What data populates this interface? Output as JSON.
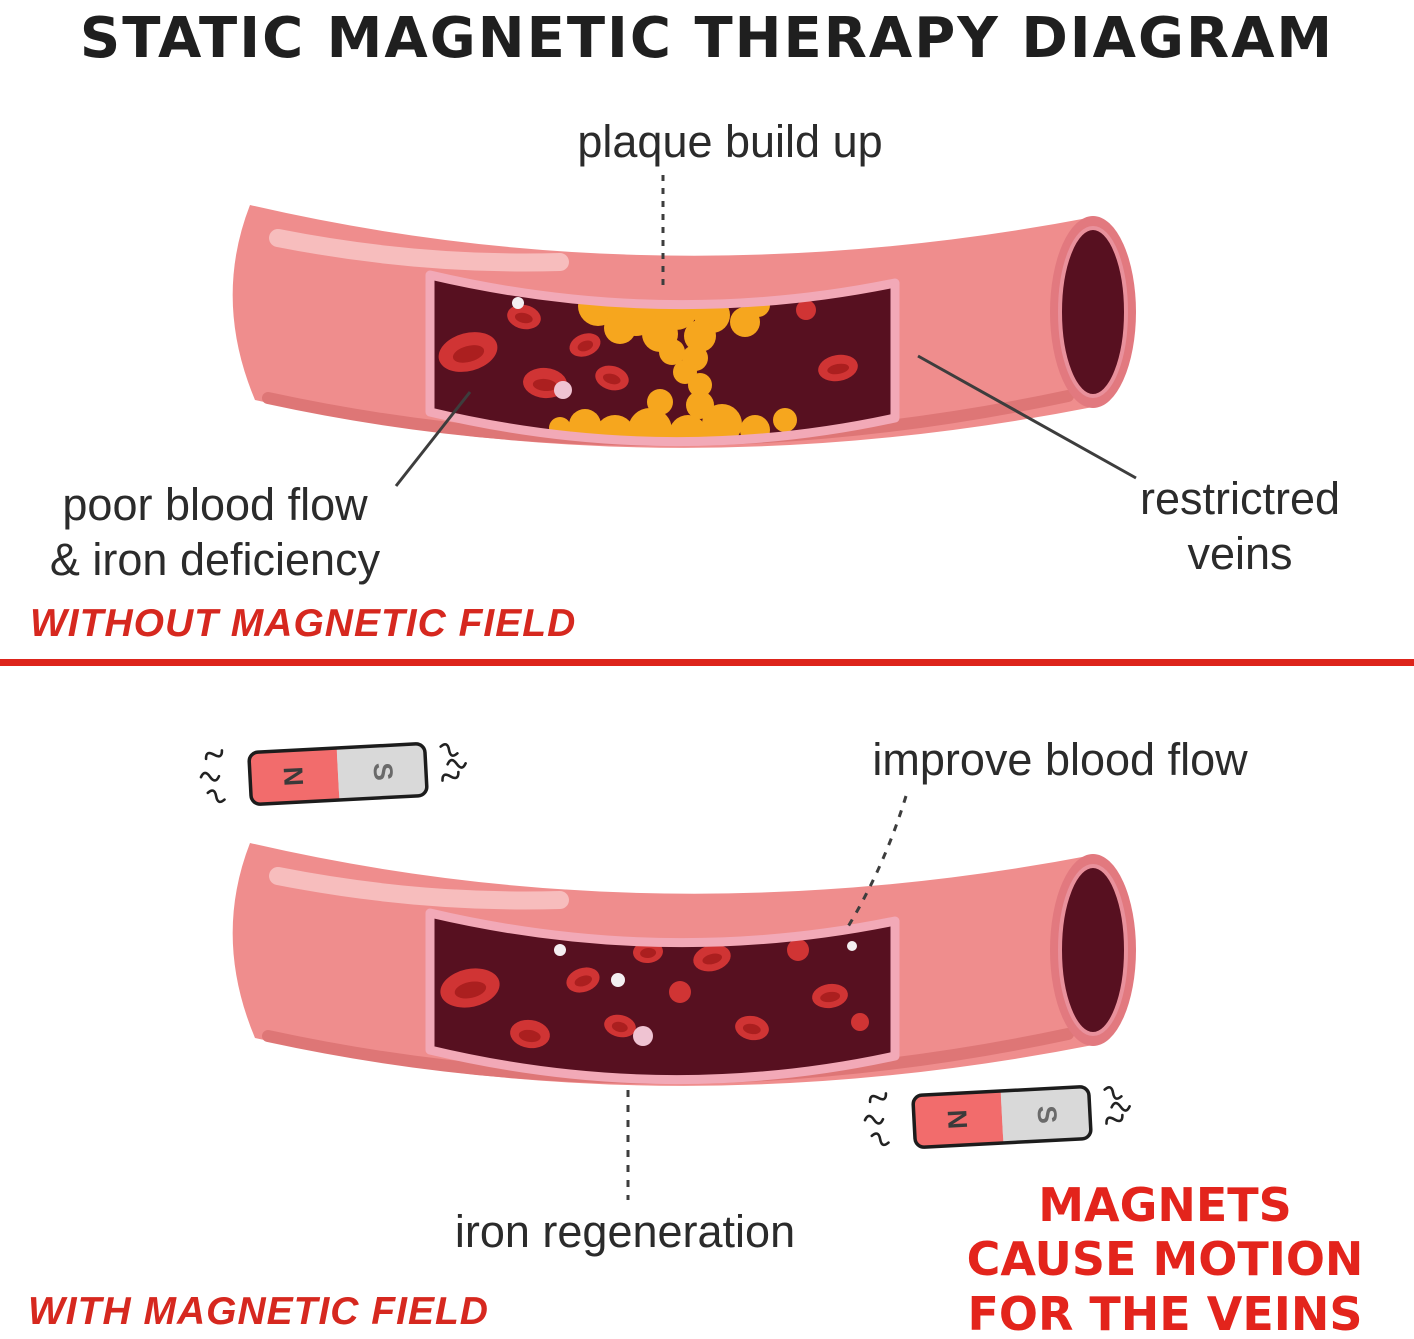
{
  "title": "STATIC MAGNETIC THERAPY DIAGRAM",
  "colors": {
    "vessel_wall": "#ef8d8d",
    "vessel_interior": "#571020",
    "blood_cell": "#d03434",
    "plaque": "#f6a61e",
    "red_accent": "#dd241b",
    "magnet_red": "#f26c6c",
    "magnet_gray": "#d9d9d9",
    "label_text": "#2b2b2b"
  },
  "top_section": {
    "plaque_label": "plaque build up",
    "poor_flow_label_line1": "poor blood flow",
    "poor_flow_label_line2": "& iron deficiency",
    "restricted_label_line1": "restrictred",
    "restricted_label_line2": "veins",
    "caption": "WITHOUT MAGNETIC FIELD"
  },
  "bottom_section": {
    "improve_label": "improve blood flow",
    "iron_label": "iron regeneration",
    "magnets_caption_line1": "MAGNETS",
    "magnets_caption_line2": "CAUSE MOTION",
    "magnets_caption_line3": "FOR THE VEINS",
    "caption": "WITH MAGNETIC FIELD"
  },
  "magnet": {
    "north": "N",
    "south": "S"
  }
}
